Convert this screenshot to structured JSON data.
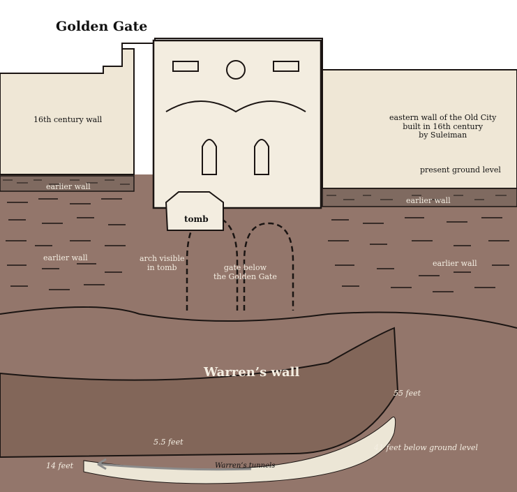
{
  "title": "Golden Gate",
  "labels": {
    "wall_16th": "16th century wall",
    "eastern_wall_1": "eastern wall of the Old City",
    "eastern_wall_2": "built in 16th century",
    "eastern_wall_3": "by Suleiman",
    "present_ground": "present ground level",
    "earlier_wall_upper_left": "earlier wall",
    "earlier_wall_upper_right": "earlier wall",
    "earlier_wall_left": "earlier wall",
    "earlier_wall_right": "earlier wall",
    "tomb": "tomb",
    "arch_visible_1": "arch visible",
    "arch_visible_2": "in tomb",
    "gate_below_1": "gate below",
    "gate_below_2": "the Golden Gate",
    "warrens_wall": "Warren’s wall",
    "feet_55": "55 feet",
    "feet_5_5": "5.5 feet",
    "feet_14": "14 feet",
    "below_ground": "41 feet below ground level",
    "tunnels": "Warren’s tunnels"
  },
  "colors": {
    "sky_wall": "#efe7d6",
    "gate_face": "#f3ede0",
    "earth": "#93766b",
    "earth_dark": "#826659",
    "outline": "#1a1412",
    "tunnel": "#ece6d6",
    "arrow": "#8c8c8c"
  }
}
